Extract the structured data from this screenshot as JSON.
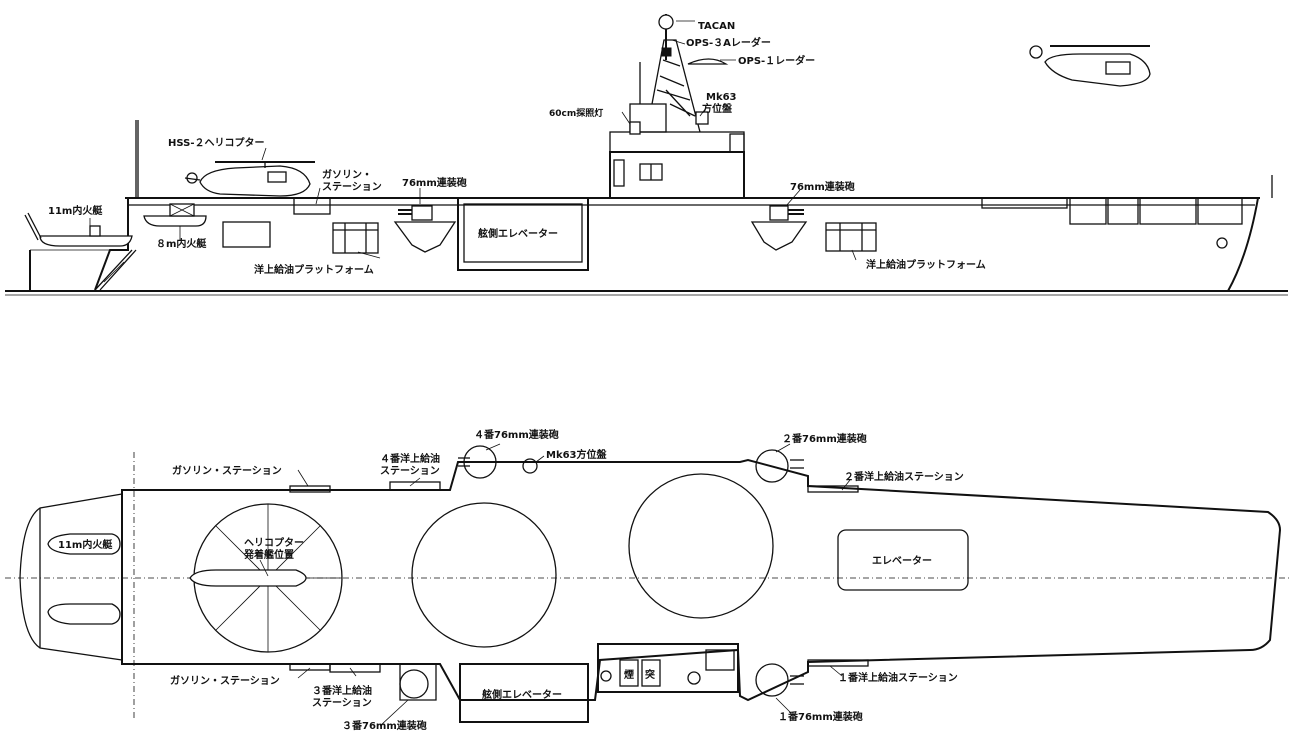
{
  "side_view": {
    "labels": {
      "tacan": "TACAN",
      "ops3a": "OPS-３Aレーダー",
      "ops1": "OPS-１レーダー",
      "mk63_a": "Mk63",
      "mk63_b": "方位盤",
      "searchlight": "60cm探照灯",
      "helicopter": "HSS-２ヘリコプター",
      "gas_a": "ガソリン・",
      "gas_b": "ステーション",
      "gun76_aft": "76mm連装砲",
      "gun76_fwd": "76mm連装砲",
      "boat11": "11m内火艇",
      "boat8": "８m内火艇",
      "elevator": "舷側エレベーター",
      "fuel_aft": "洋上給油プラットフォーム",
      "fuel_fwd": "洋上給油プラットフォーム"
    }
  },
  "plan_view": {
    "labels": {
      "gun4": "４番76mm連装砲",
      "gun2": "２番76mm連装砲",
      "gun3": "３番76mm連装砲",
      "gun1": "１番76mm連装砲",
      "mk63": "Mk63方位盤",
      "gas_top": "ガソリン・ステーション",
      "gas_bottom": "ガソリン・ステーション",
      "fuel4_a": "４番洋上給油",
      "fuel4_b": "ステーション",
      "fuel2": "２番洋上給油ステーション",
      "fuel3_a": "３番洋上給油",
      "fuel3_b": "ステーション",
      "fuel1": "１番洋上給油ステーション",
      "boat11": "11m内火艇",
      "heli_a": "ヘリコプター",
      "heli_b": "発着艦位置",
      "elevator_deck": "エレベーター",
      "elevator_side": "舷側エレベーター",
      "funnel_a": "煙",
      "funnel_b": "突"
    }
  }
}
